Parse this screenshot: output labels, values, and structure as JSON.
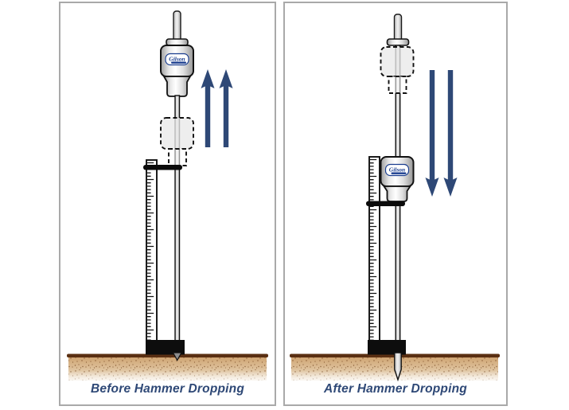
{
  "figure": {
    "title": "Hammer dropping penetrometer diagram",
    "colors": {
      "background": "#ffffff",
      "panel_border": "#a9a9a9",
      "accent_navy": "#2e4876",
      "logo_blue": "#1b3e8f",
      "ground_line": "#5a2f12",
      "ground_fill": "#d3ab7c",
      "base_black": "#0d0d0d",
      "metal_gray": "#c9c9c9"
    },
    "panels": [
      {
        "id": "before",
        "caption": "Before Hammer Dropping",
        "hammer_position": "raised",
        "arrow_direction": "up",
        "logo_text": "Gilson"
      },
      {
        "id": "after",
        "caption": "After Hammer Dropping",
        "hammer_position": "dropped",
        "arrow_direction": "down",
        "logo_text": "Gilson"
      }
    ]
  }
}
